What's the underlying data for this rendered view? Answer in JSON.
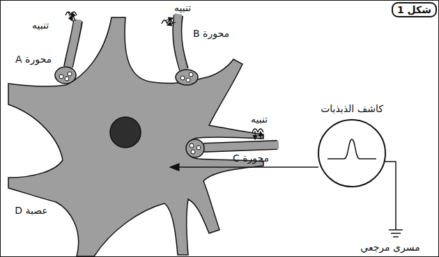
{
  "diagram": {
    "title": "شكل 1",
    "labels": [
      "تنبيه",
      "محورة A",
      "تنبيه",
      "محورة B",
      "تنبيه",
      "محورة C",
      "كاشف الذبذبات",
      "عصبة D",
      "مسرى مرجعي"
    ]
  }
}
